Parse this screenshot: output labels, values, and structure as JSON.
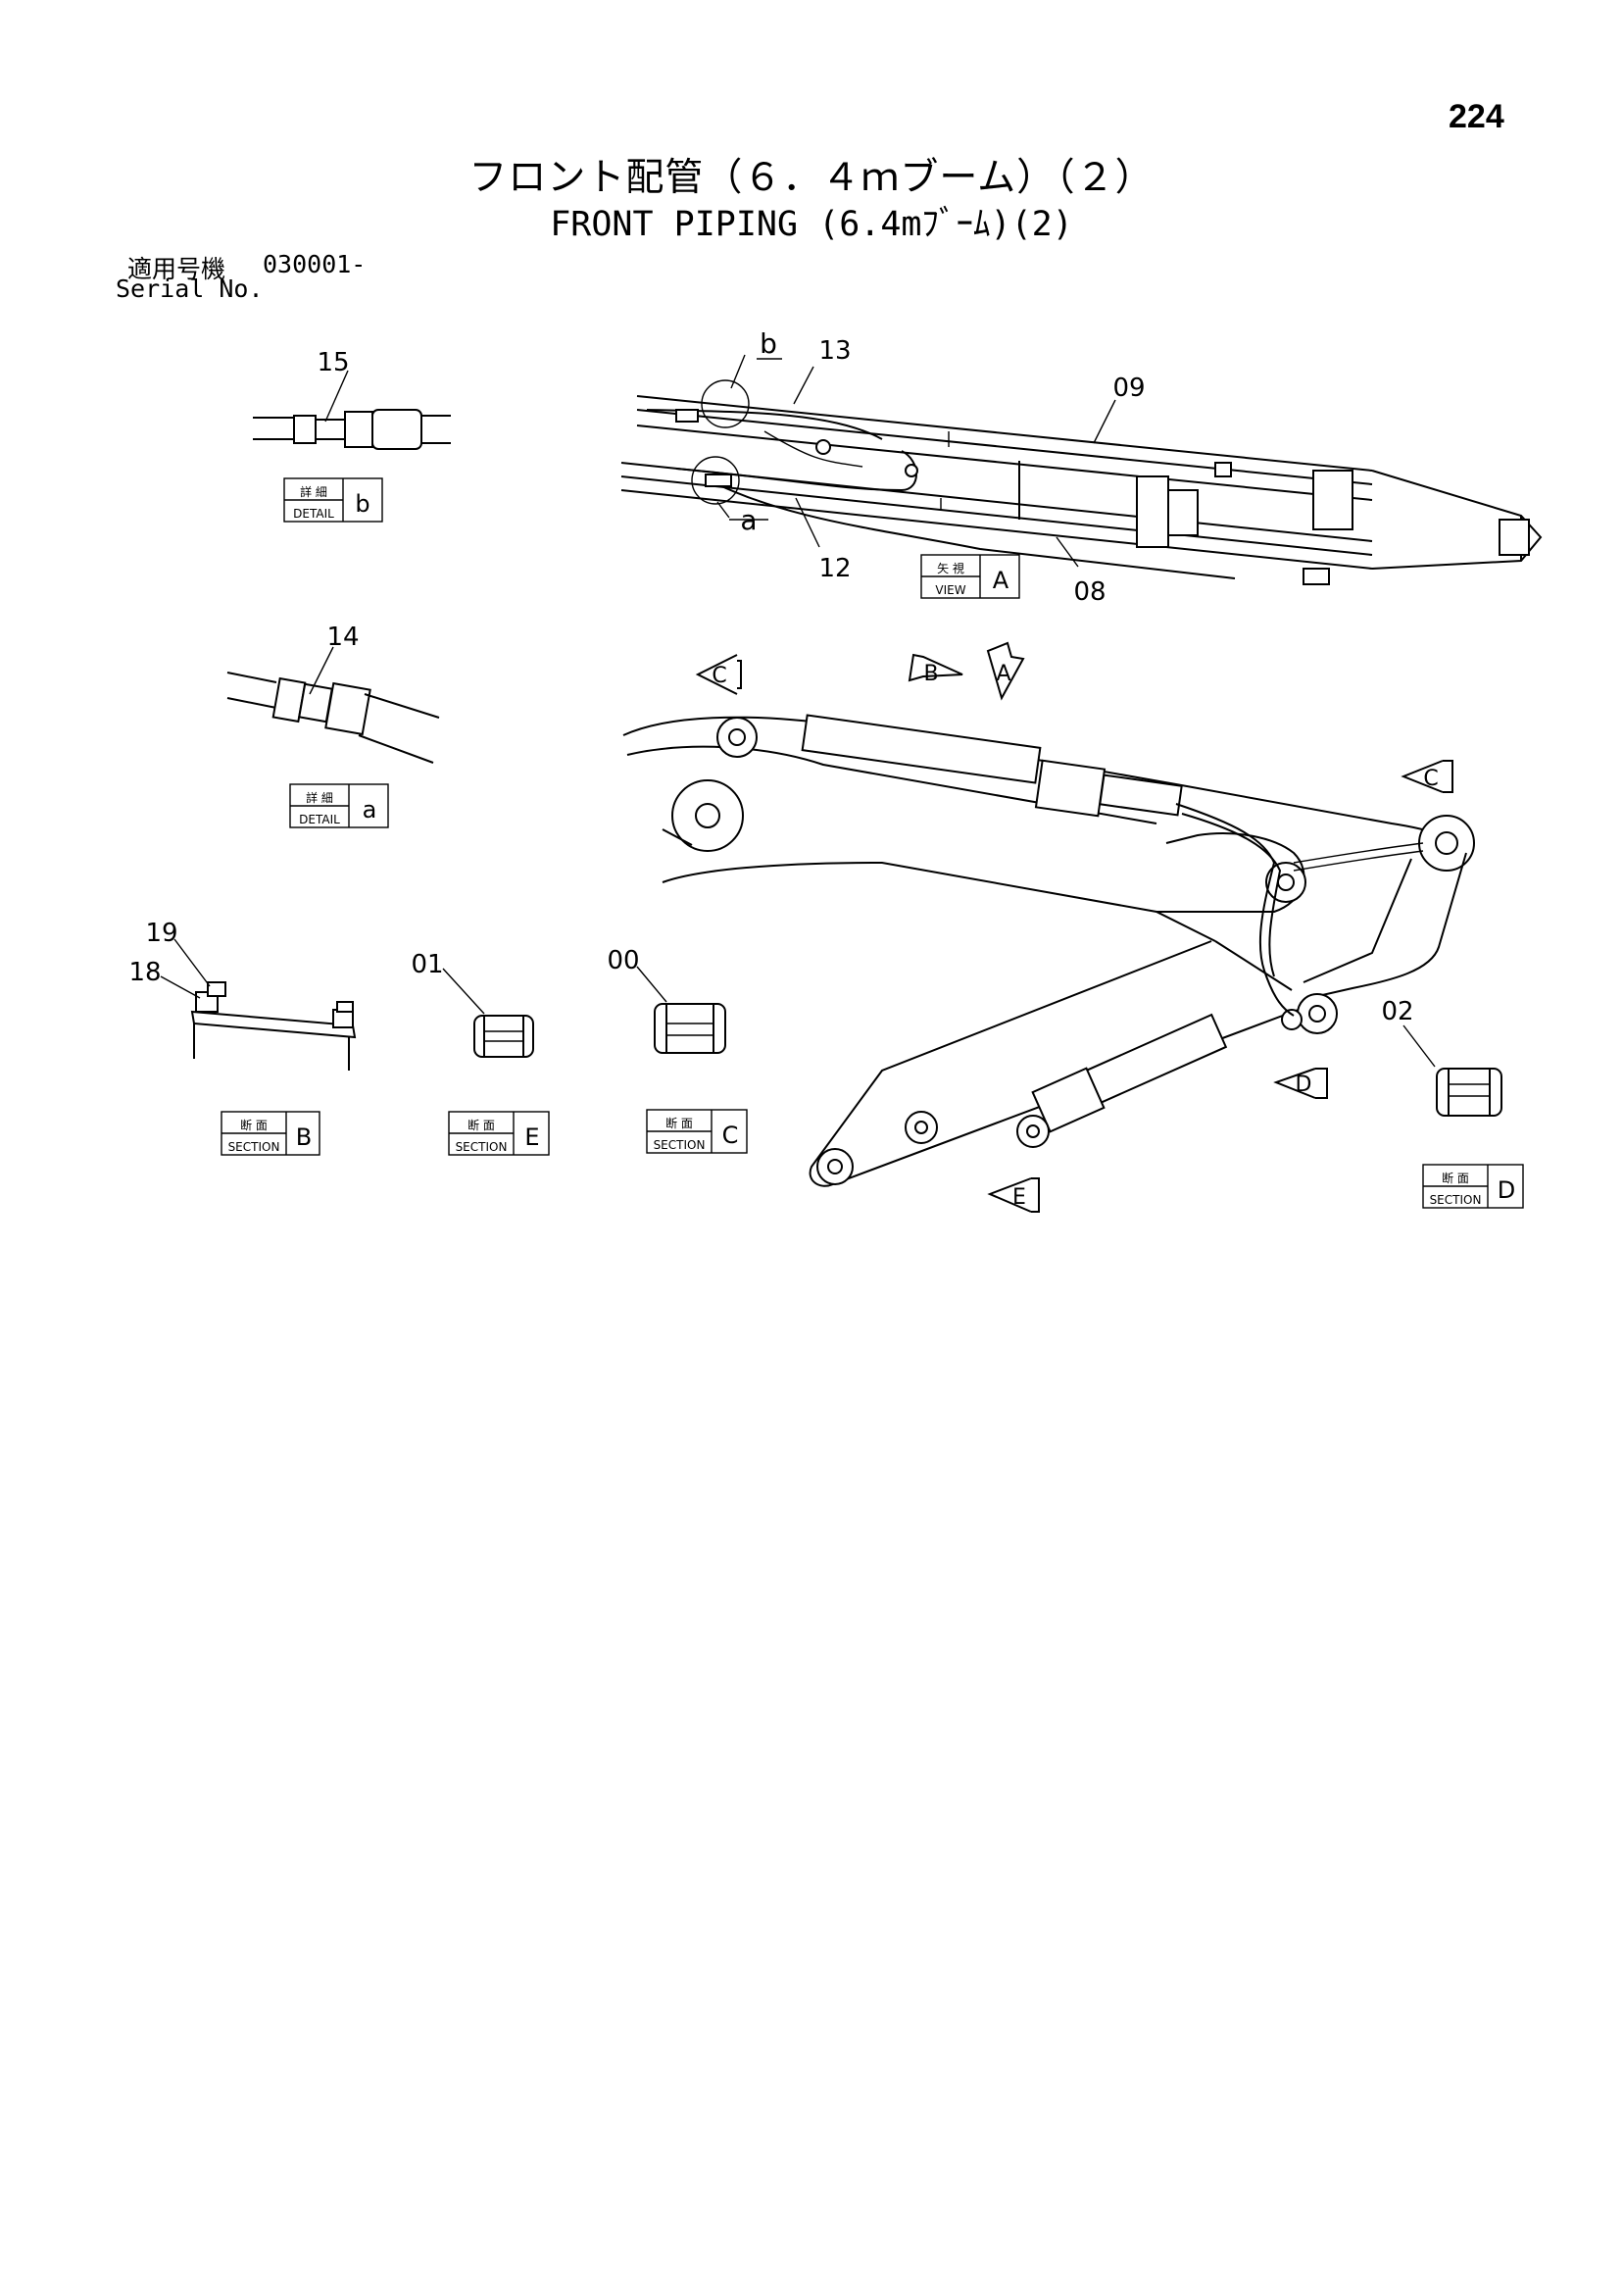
{
  "page_number": "224",
  "title_ja": "フロント配管（６．４ｍブーム）（２）",
  "title_en": "FRONT PIPING (6.4mﾌﾞｰﾑ)(2)",
  "serial": {
    "label_ja": "適用号機",
    "number": "030001-",
    "label_en": "Serial No."
  },
  "part_numbers": {
    "p00": "00",
    "p01": "01",
    "p02": "02",
    "p08": "08",
    "p09": "09",
    "p12": "12",
    "p13": "13",
    "p14": "14",
    "p15": "15",
    "p18": "18",
    "p19": "19"
  },
  "labels": {
    "detail_b": {
      "ja": "詳 細",
      "en": "DETAIL",
      "letter": "b"
    },
    "detail_a": {
      "ja": "詳 細",
      "en": "DETAIL",
      "letter": "a"
    },
    "view_a": {
      "ja": "矢 視",
      "en": "VIEW",
      "letter": "A"
    },
    "section_b": {
      "ja": "断 面",
      "en": "SECTION",
      "letter": "B"
    },
    "section_e": {
      "ja": "断 面",
      "en": "SECTION",
      "letter": "E"
    },
    "section_c": {
      "ja": "断 面",
      "en": "SECTION",
      "letter": "C"
    },
    "section_d": {
      "ja": "断 面",
      "en": "SECTION",
      "letter": "D"
    }
  },
  "callouts": {
    "a": "a",
    "b": "b"
  },
  "arrows": {
    "c_top": "C",
    "b_top": "B",
    "a_top": "A",
    "c_right": "C",
    "d": "D",
    "e": "E"
  }
}
